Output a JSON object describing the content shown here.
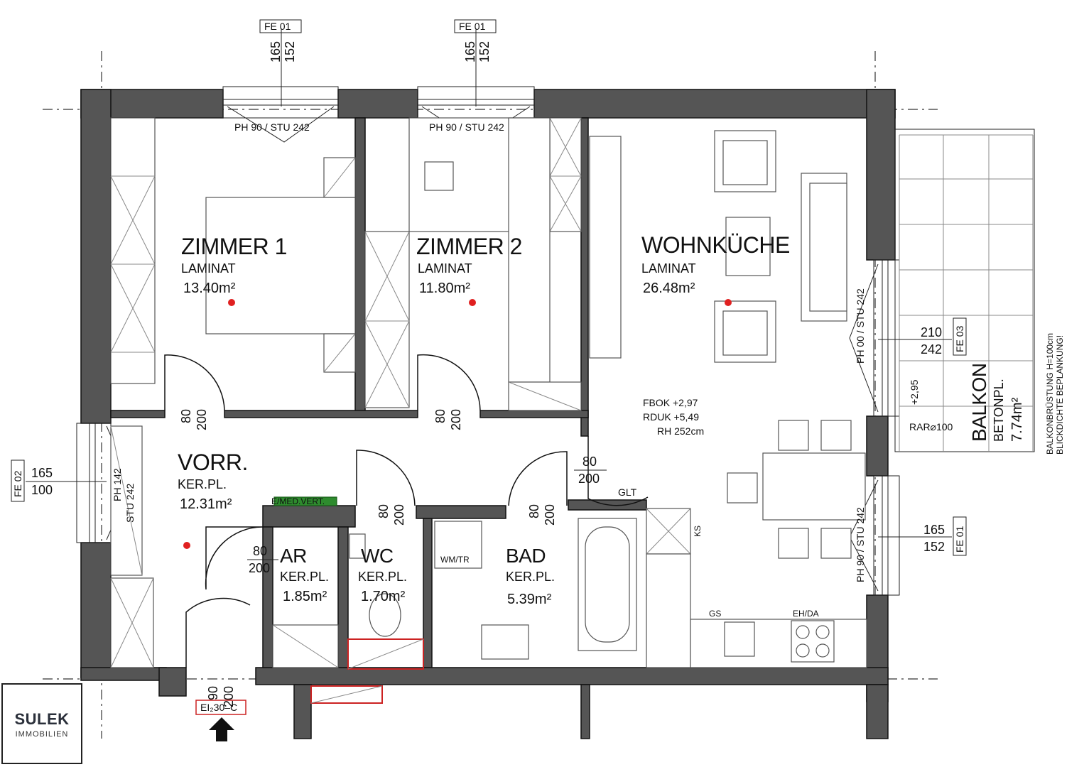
{
  "rooms": {
    "zimmer1": {
      "name": "ZIMMER 1",
      "floor": "LAMINAT",
      "area": "13.40m²"
    },
    "zimmer2": {
      "name": "ZIMMER 2",
      "floor": "LAMINAT",
      "area": "11.80m²"
    },
    "wohnkueche": {
      "name": "WOHNKÜCHE",
      "floor": "LAMINAT",
      "area": "26.48m²"
    },
    "vorr": {
      "name": "VORR.",
      "floor": "KER.PL.",
      "area": "12.31m²"
    },
    "ar": {
      "name": "AR",
      "floor": "KER.PL.",
      "area": "1.85m²"
    },
    "wc": {
      "name": "WC",
      "floor": "KER.PL.",
      "area": "1.70m²"
    },
    "bad": {
      "name": "BAD",
      "floor": "KER.PL.",
      "area": "5.39m²"
    },
    "balkon": {
      "name": "BALKON",
      "floor": "BETONPL.",
      "area": "7.74m²"
    }
  },
  "windows": {
    "fe01_tag": "FE 01",
    "fe02_tag": "FE 02",
    "fe03_tag": "FE 03",
    "w1_top": "165",
    "w1_bottom": "152",
    "w1_note": "PH 90 / STU 242",
    "w2_top": "165",
    "w2_bottom": "152",
    "w2_note": "PH 90 / STU 242",
    "w3_top": "165",
    "w3_bottom": "100",
    "w3_note_a": "PH 142",
    "w3_note_b": "STU 242",
    "w4_top": "210",
    "w4_bottom": "242",
    "w4_note": "PH 00 / STU 242",
    "w5_top": "165",
    "w5_bottom": "152",
    "w5_note": "PH 90 / STU 242"
  },
  "doors": {
    "d1_w": "80",
    "d1_h": "200",
    "d2_w": "80",
    "d2_h": "200",
    "d3_w": "80",
    "d3_h": "200",
    "d3_type": "GLT",
    "d4_w": "80",
    "d4_h": "200",
    "d5_w": "80",
    "d5_h": "200",
    "d6_w": "80",
    "d6_h": "200",
    "d7_w": "90",
    "d7_h": "200",
    "entry_tag": "EI₂30–C"
  },
  "annotations": {
    "fbok": "FBOK +2,97",
    "rduk": "RDUK +5,49",
    "rh": "RH 252cm",
    "balkon_level": "+2,95",
    "rar": "RAR⌀100",
    "balkon_note_1": "BALKONBRÜSTUNG H=100cm",
    "balkon_note_2": "BLICKDICHTE BEPLANKUNG!",
    "med_vert": "E/MED.VERT.",
    "wm_tr": "WM/TR",
    "ks": "KS",
    "gs": "GS",
    "eh_da": "EH/DA"
  },
  "logo": {
    "name": "SULEK",
    "sub": "IMMOBILIEN"
  },
  "colors": {
    "wall": "#555555",
    "marker": "#e02020",
    "medvert": "#2e8b2e",
    "shaft": "#cc2222"
  }
}
